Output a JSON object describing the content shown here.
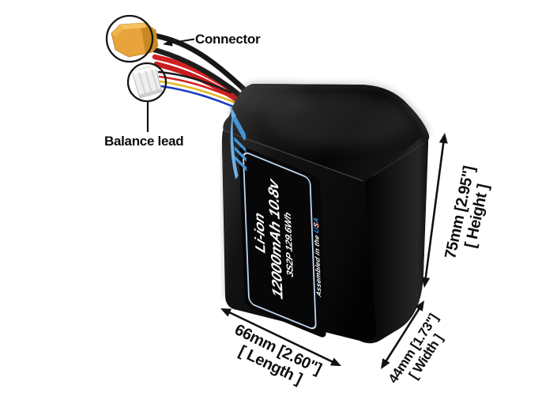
{
  "callouts": {
    "connector": "Connector",
    "balance": "Balance lead"
  },
  "battery": {
    "label": {
      "line1": "Li-ion",
      "line2": "12000mAh 10.8v",
      "line3": "3S2P 129.6Wh",
      "origin_prefix": "Assembled in the ",
      "origin_u": "U",
      "origin_s": "S",
      "origin_a": "A"
    }
  },
  "dimensions": {
    "length_value": "66mm [2.60\"]",
    "length_name": "[ Length ]",
    "width_value": "44mm [1.73\"]",
    "width_name": "[ Width ]",
    "height_value": "75mm [2.95\"]",
    "height_name": "[ Height ]"
  },
  "colors": {
    "background": "#ffffff",
    "annotation_text": "#0d0d0d",
    "battery_black": "#0d0d0d",
    "label_border_blue": "#bcd5f0",
    "logo_blue": "#4593d4",
    "xt60_yellow": "#e8a33c",
    "balance_white": "#f0f0f0",
    "wire_black": "#1a1a1a",
    "wire_red": "#d42121",
    "wire_yellow": "#e3b71e",
    "wire_blue": "#1c3bbf"
  }
}
